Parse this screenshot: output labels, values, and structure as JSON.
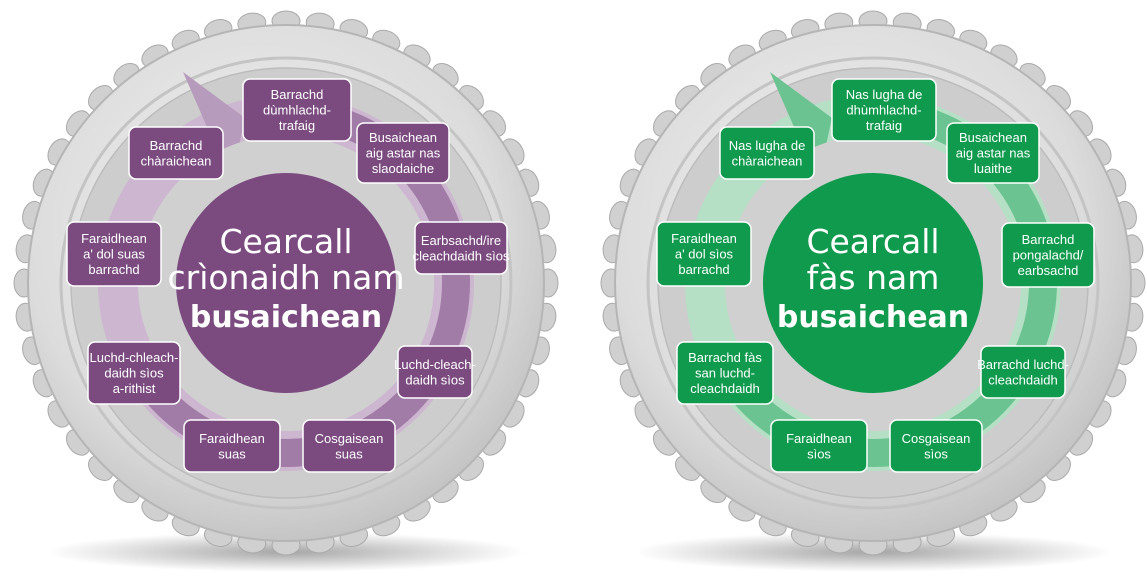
{
  "cycles": [
    {
      "title_lines": [
        "Cearcall",
        "crìonaidh nam"
      ],
      "title_bold": "busaichean",
      "colors": {
        "box": "#7b4b80",
        "center": "#7b4b80",
        "ring": "#a17ca6",
        "ring_light": "#cdb6d0",
        "arrow": "#b79bbd"
      },
      "steps": [
        {
          "lines": [
            "Barrachd",
            "dùmhlachd-",
            "trafaig"
          ]
        },
        {
          "lines": [
            "Busaichean",
            "aig astar nas",
            "slaodaiche"
          ]
        },
        {
          "lines": [
            "Earbsachd/ire",
            "cleachdaidh sìos"
          ]
        },
        {
          "lines": [
            "Luchd-cleach-",
            "daidh sìos"
          ]
        },
        {
          "lines": [
            "Cosgaisean",
            "suas"
          ]
        },
        {
          "lines": [
            "Faraidhean",
            "suas"
          ]
        },
        {
          "lines": [
            "Luchd-chleach-",
            "daidh sìos",
            "a-rithist"
          ]
        },
        {
          "lines": [
            "Faraidhean",
            "a' dol suas",
            "barrachd"
          ]
        },
        {
          "lines": [
            "Barrachd",
            "chàraichean"
          ]
        }
      ]
    },
    {
      "title_lines": [
        "Cearcall",
        "fàs nam"
      ],
      "title_bold": "busaichean",
      "colors": {
        "box": "#0f9a4d",
        "center": "#0f9a4d",
        "ring": "#6cc392",
        "ring_light": "#b6e0c5",
        "arrow": "#6cc392"
      },
      "steps": [
        {
          "lines": [
            "Nas lugha de",
            "dhùmhlachd-",
            "trafaig"
          ]
        },
        {
          "lines": [
            "Busaichean",
            "aig astar nas",
            "luaithe"
          ]
        },
        {
          "lines": [
            "Barrachd",
            "pongalachd/",
            "earbsachd"
          ]
        },
        {
          "lines": [
            "Barrachd luchd-",
            "cleachdaidh"
          ]
        },
        {
          "lines": [
            "Cosgaisean",
            "sìos"
          ]
        },
        {
          "lines": [
            "Faraidhean",
            "sìos"
          ]
        },
        {
          "lines": [
            "Barrachd fàs",
            "san luchd-",
            "cleachdaidh"
          ]
        },
        {
          "lines": [
            "Faraidhean",
            "a' dol sìos",
            "barrachd"
          ]
        },
        {
          "lines": [
            "Nas lugha de",
            "chàraichean"
          ]
        }
      ]
    }
  ]
}
